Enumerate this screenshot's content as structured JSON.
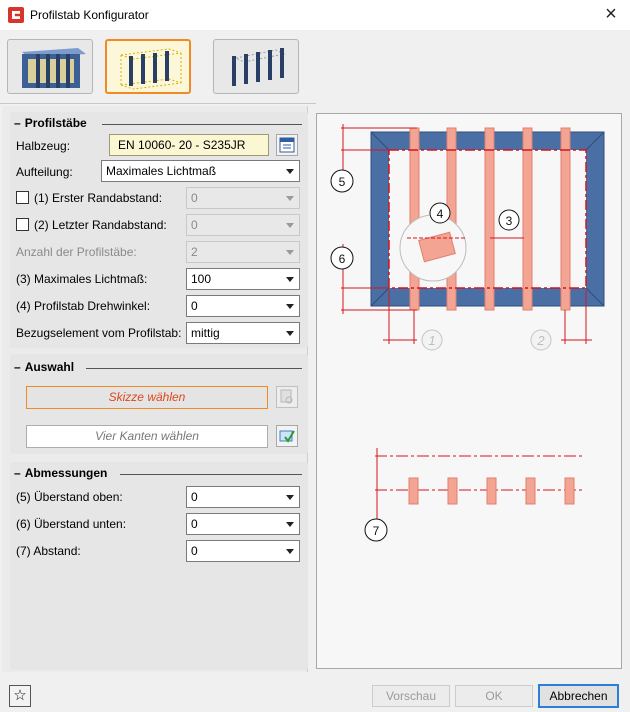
{
  "window": {
    "title": "Profilstab Konfigurator",
    "close_label": "×"
  },
  "modes": [
    {
      "name": "grid-frame-mode",
      "active": false
    },
    {
      "name": "bars-in-frame-mode",
      "active": true
    },
    {
      "name": "bars-only-mode",
      "active": false
    }
  ],
  "profilstaebe": {
    "header": "Profilstäbe",
    "halbzeug_label": "Halbzeug:",
    "halbzeug_value": "EN 10060- 20 - S235JR",
    "aufteilung_label": "Aufteilung:",
    "aufteilung_value": "Maximales Lichtmaß",
    "erster_label": "(1) Erster Randabstand:",
    "erster_value": "0",
    "letzter_label": "(2) Letzter Randabstand:",
    "letzter_value": "0",
    "anzahl_label": "Anzahl der Profilstäbe:",
    "anzahl_value": "2",
    "lichtmass_label": "(3) Maximales Lichtmaß:",
    "lichtmass_value": "100",
    "drehwinkel_label": "(4) Profilstab Drehwinkel:",
    "drehwinkel_value": "0",
    "bezug_label": "Bezugselement vom Profilstab:",
    "bezug_value": "mittig"
  },
  "auswahl": {
    "header": "Auswahl",
    "skizze_button": "Skizze wählen",
    "kanten_button": "Vier Kanten wählen"
  },
  "abmessungen": {
    "header": "Abmessungen",
    "oben_label": "(5) Überstand oben:",
    "oben_value": "0",
    "unten_label": "(6) Überstand unten:",
    "unten_value": "0",
    "abstand_label": "(7) Abstand:",
    "abstand_value": "0"
  },
  "footer": {
    "vorschau": "Vorschau",
    "ok": "OK",
    "abbrechen": "Abbrechen"
  },
  "preview": {
    "markers": [
      "1",
      "2",
      "3",
      "4",
      "5",
      "6",
      "7"
    ]
  },
  "colors": {
    "accent_orange": "#f08a24",
    "frame_blue": "#4a6fa5",
    "bar_salmon": "#f4a493",
    "dim_red": "#d6141e"
  }
}
